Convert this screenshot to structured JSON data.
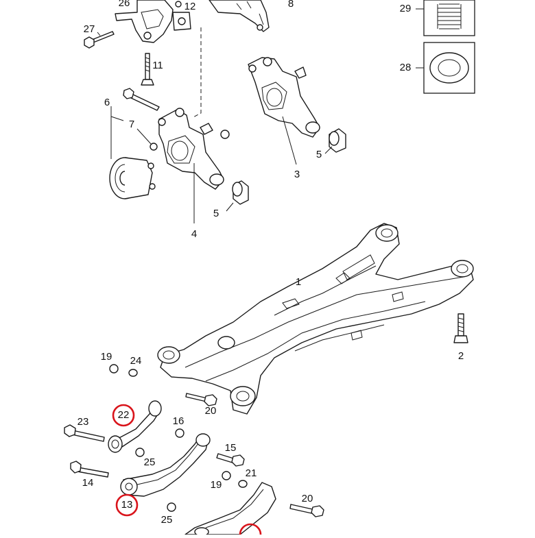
{
  "diagram": {
    "highlight_color": "#d9141b",
    "labels": {
      "l1": "1",
      "l2": "2",
      "l3": "3",
      "l4": "4",
      "l5a": "5",
      "l5b": "5",
      "l6": "6",
      "l7": "7",
      "l8": "8",
      "l11": "11",
      "l12": "12",
      "l13": "13",
      "l14": "14",
      "l15": "15",
      "l16": "16",
      "l19a": "19",
      "l19b": "19",
      "l20a": "20",
      "l20b": "20",
      "l21": "21",
      "l22": "22",
      "l23": "23",
      "l24": "24",
      "l25a": "25",
      "l25b": "25",
      "l26": "26",
      "l27": "27",
      "l28": "28",
      "l29": "29"
    },
    "highlighted_callouts": [
      "22",
      "13"
    ]
  }
}
